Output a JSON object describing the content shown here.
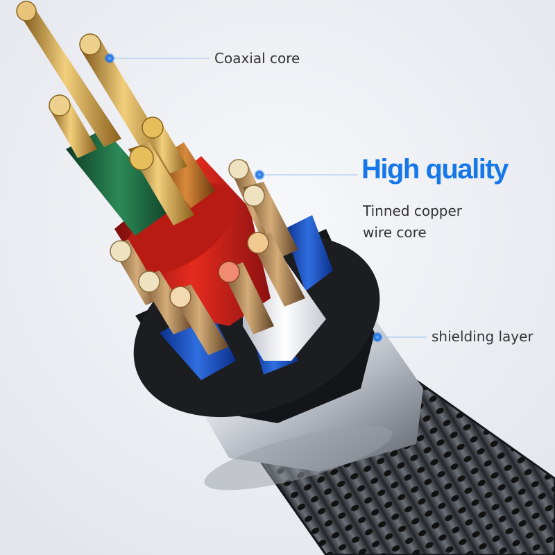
{
  "labels": {
    "coaxial_core": "Coaxial core",
    "headline": "High quality",
    "tinned_line1": "Tinned copper",
    "tinned_line2": "wire core",
    "shielding": "shielding layer"
  },
  "colors": {
    "accent": "#1677e8",
    "pointer": "#5b9be8",
    "text": "#333333",
    "background": "#eef0f4"
  }
}
